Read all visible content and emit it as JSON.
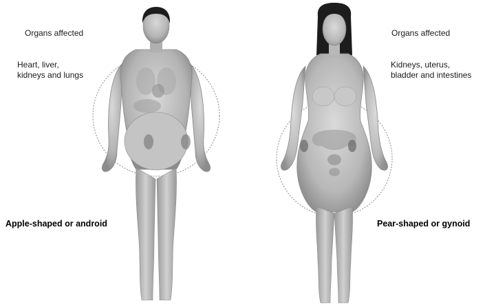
{
  "male": {
    "organs_heading": "Organs affected",
    "organs_lines": [
      "Heart, liver,",
      "kidneys and lungs"
    ],
    "caption": "Apple-shaped or android"
  },
  "female": {
    "organs_heading": "Organs affected",
    "organs_lines": [
      "Kidneys, uterus,",
      "bladder and intestines"
    ],
    "caption": "Pear-shaped or gynoid"
  },
  "colors": {
    "skin_light": "#c9c9c9",
    "skin_dark": "#8a8a8a",
    "hair": "#1c1c1c",
    "fat_outline": "#9a9a9a"
  }
}
